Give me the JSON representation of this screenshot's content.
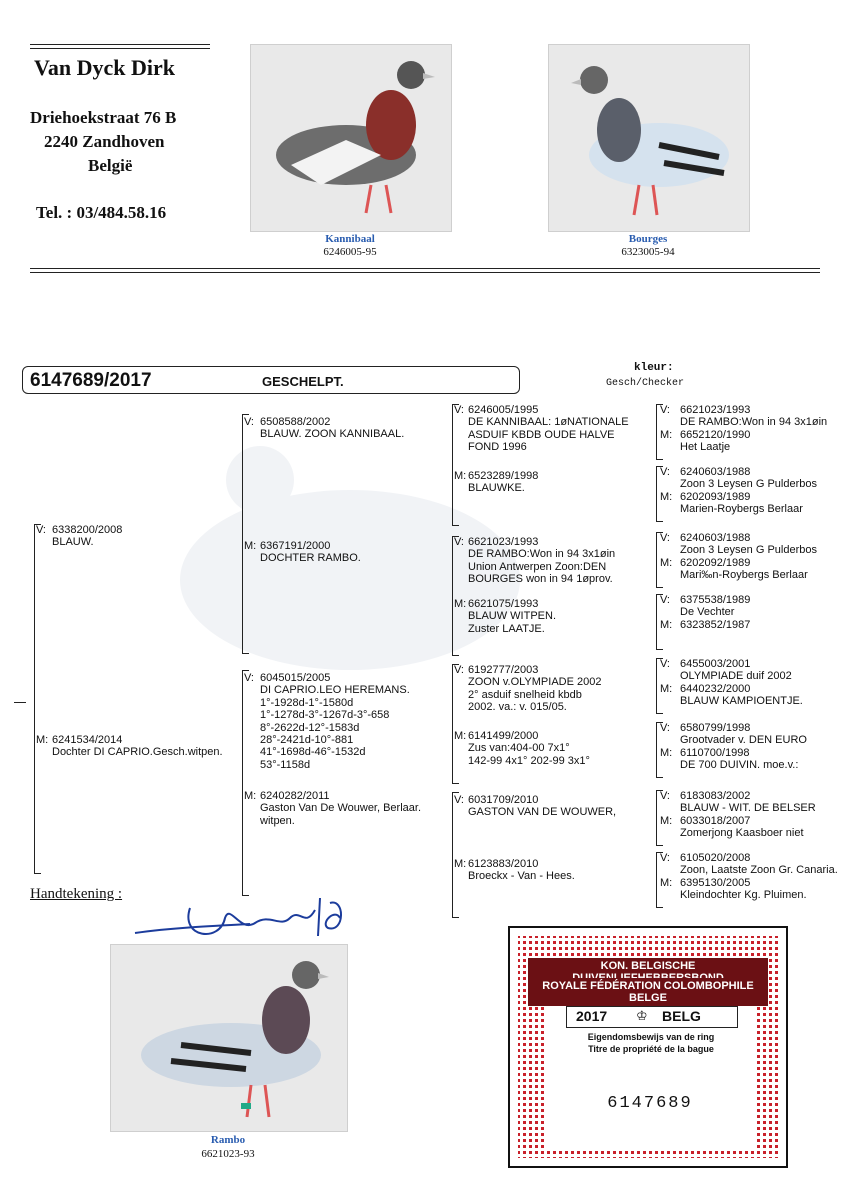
{
  "owner": {
    "name": "Van Dyck Dirk",
    "street": "Driehoekstraat 76 B",
    "city": "2240 Zandhoven",
    "country": "België",
    "phone": "Tel. : 03/484.58.16"
  },
  "photos": [
    {
      "name": "Kannibaal",
      "ring": "6246005-95"
    },
    {
      "name": "Bourges",
      "ring": "6323005-94"
    },
    {
      "name": "Rambo",
      "ring": "6621023-93"
    }
  ],
  "main": {
    "ring": "6147689/2017",
    "color": "GESCHELPT.",
    "kleur_label": "kleur:",
    "kleur_value": "Gesch/Checker"
  },
  "pedigree": {
    "sire": {
      "label": "V:",
      "ring": "6338200/2008",
      "text": "BLAUW."
    },
    "dam": {
      "label": "M:",
      "ring": "6241534/2014",
      "text": "Dochter DI CAPRIO.Gesch.witpen."
    },
    "gen2": [
      {
        "label": "V:",
        "ring": "6508588/2002",
        "lines": [
          "BLAUW. ZOON KANNIBAAL."
        ]
      },
      {
        "label": "M:",
        "ring": "6367191/2000",
        "lines": [
          "DOCHTER RAMBO."
        ]
      },
      {
        "label": "V:",
        "ring": "6045015/2005",
        "lines": [
          "DI CAPRIO.LEO HEREMANS.",
          "1°-1928d-1°-1580d",
          "1°-1278d-3°-1267d-3°-658",
          "8°-2622d-12°-1583d",
          "28°-2421d-10°-881",
          "41°-1698d-46°-1532d",
          "53°-1158d"
        ]
      },
      {
        "label": "M:",
        "ring": "6240282/2011",
        "lines": [
          "Gaston Van De Wouwer, Berlaar.",
          "witpen."
        ]
      }
    ],
    "gen3": [
      {
        "label": "V:",
        "ring": "6246005/1995",
        "lines": [
          "DE KANNIBAAL: 1øNATIONALE",
          "ASDUIF KBDB OUDE HALVE",
          "FOND 1996"
        ]
      },
      {
        "label": "M:",
        "ring": "6523289/1998",
        "lines": [
          "BLAUWKE."
        ]
      },
      {
        "label": "V:",
        "ring": "6621023/1993",
        "lines": [
          "DE RAMBO:Won in 94 3x1øin",
          "Union Antwerpen Zoon:DEN",
          "BOURGES won in 94 1øprov."
        ]
      },
      {
        "label": "M:",
        "ring": "6621075/1993",
        "lines": [
          "BLAUW WITPEN.",
          "Zuster LAATJE."
        ]
      },
      {
        "label": "V:",
        "ring": "6192777/2003",
        "lines": [
          "ZOON v.OLYMPIADE 2002",
          "2° asduif snelheid kbdb",
          "2002. va.: v. 015/05."
        ]
      },
      {
        "label": "M:",
        "ring": "6141499/2000",
        "lines": [
          "Zus van:404-00 7x1°",
          "142-99 4x1° 202-99 3x1°"
        ]
      },
      {
        "label": "V:",
        "ring": "6031709/2010",
        "lines": [
          "GASTON VAN DE WOUWER,"
        ]
      },
      {
        "label": "M:",
        "ring": "6123883/2010",
        "lines": [
          "Broeckx - Van - Hees."
        ]
      }
    ],
    "gen4": [
      {
        "v_ring": "6621023/1993",
        "v_lines": [
          "DE RAMBO:Won in 94 3x1øin"
        ],
        "m_ring": "6652120/1990",
        "m_lines": [
          "Het Laatje"
        ]
      },
      {
        "v_ring": "6240603/1988",
        "v_lines": [
          "Zoon 3 Leysen G Pulderbos"
        ],
        "m_ring": "6202093/1989",
        "m_lines": [
          "Marien-Roybergs Berlaar"
        ]
      },
      {
        "v_ring": "6240603/1988",
        "v_lines": [
          "Zoon 3 Leysen G Pulderbos"
        ],
        "m_ring": "6202092/1989",
        "m_lines": [
          "Mari‰n-Roybergs Berlaar"
        ]
      },
      {
        "v_ring": "6375538/1989",
        "v_lines": [
          "De Vechter"
        ],
        "m_ring": "6323852/1987",
        "m_lines": []
      },
      {
        "v_ring": "6455003/2001",
        "v_lines": [
          "OLYMPIADE duif 2002"
        ],
        "m_ring": "6440232/2000",
        "m_lines": [
          "BLAUW KAMPIOENTJE."
        ]
      },
      {
        "v_ring": "6580799/1998",
        "v_lines": [
          "Grootvader v. DEN EURO"
        ],
        "m_ring": "6110700/1998",
        "m_lines": [
          "DE 700 DUIVIN. moe.v.:"
        ]
      },
      {
        "v_ring": "6183083/2002",
        "v_lines": [
          "BLAUW - WIT. DE BELSER"
        ],
        "m_ring": "6033018/2007",
        "m_lines": [
          "Zomerjong Kaasboer niet"
        ]
      },
      {
        "v_ring": "6105020/2008",
        "v_lines": [
          "Zoon, Laatste Zoon Gr. Canaria."
        ],
        "m_ring": "6395130/2005",
        "m_lines": [
          "Kleindochter Kg. Pluimen."
        ]
      }
    ]
  },
  "signature_label": "Handtekening :",
  "certificate": {
    "line1": "KON. BELGISCHE DUIVENLIEFHEBBERSBOND",
    "line2": "ROYALE FÉDÉRATION COLOMBOPHILE BELGE",
    "year": "2017",
    "country": "BELG",
    "title_nl": "Eigendomsbewijs van de ring",
    "title_fr": "Titre de propriété de la bague",
    "number": "6147689"
  },
  "colors": {
    "caption_blue": "#2a5db0",
    "cert_red": "#c8202a"
  }
}
